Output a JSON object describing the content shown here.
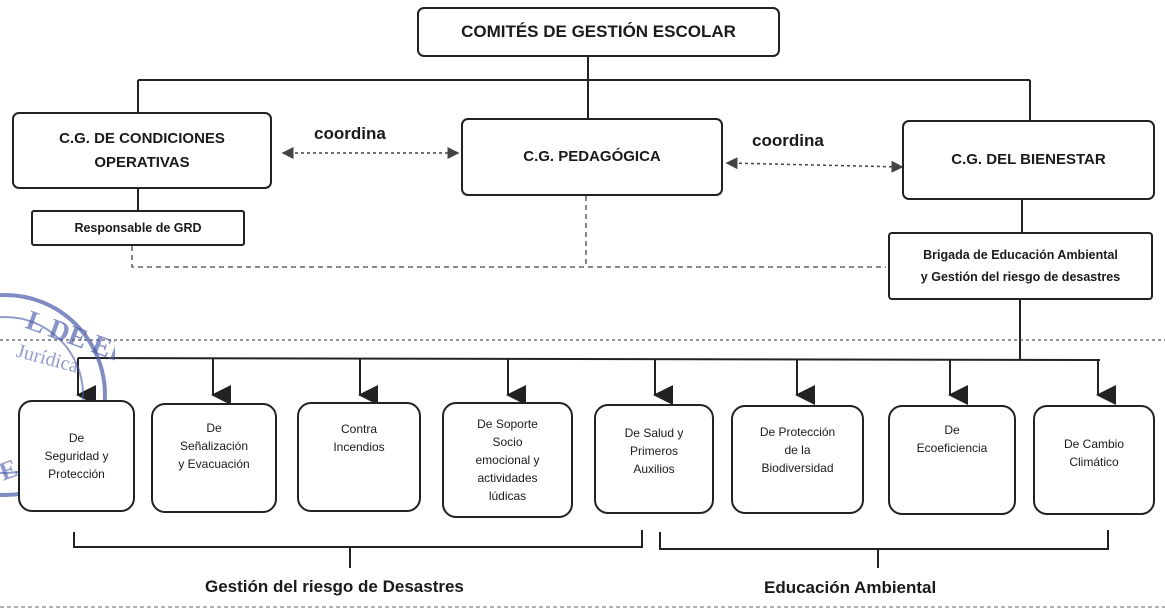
{
  "title": "COMITÉS DE GESTIÓN ESCOLAR",
  "committees": {
    "condiciones": "C.G. DE CONDICIONES\nOPERATIVAS",
    "pedagogica": "C.G. PEDAGÓGICA",
    "bienestar": "C.G.  DEL BIENESTAR"
  },
  "coordina_left": "coordina",
  "coordina_right": "coordina",
  "responsable": "Responsable de GRD",
  "brigada": "Brigada de Educación Ambiental\ny Gestión del riesgo de desastres",
  "brigades": [
    "De\nSeguridad y\nProtección",
    "De\nSeñalización\ny Evacuación",
    "Contra\nIncendios",
    "De Soporte\nSocio\nemocional y\nactividades\nlúdicas",
    "De Salud y\nPrimeros\nAuxilios",
    "De Protección\nde la\nBiodiversidad",
    "De\nEcoeficiencia",
    "De Cambio\nClimático"
  ],
  "groups": {
    "riesgo": "Gestión del riesgo de Desastres",
    "ambiental": "Educación Ambiental"
  },
  "seal_color": "#4a5aa8"
}
